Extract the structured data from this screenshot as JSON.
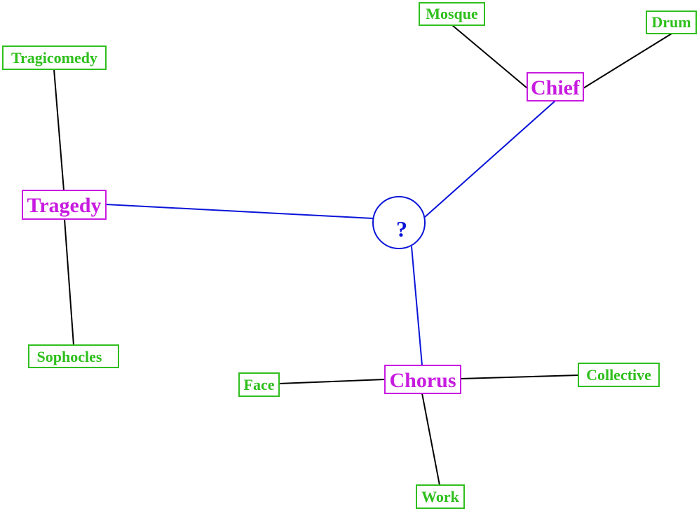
{
  "colors": {
    "center": "#0a14d8",
    "hub": "#c81be0",
    "leaf": "#2fbf1d",
    "spoke": "#0a14d8",
    "branch": "#000000"
  },
  "center": {
    "label": "?"
  },
  "hubs": {
    "chief": "Chief",
    "tragedy": "Tragedy",
    "chorus": "Chorus"
  },
  "leaves": {
    "mosque": "Mosque",
    "drum": "Drum",
    "tragicomedy": "Tragicomedy",
    "sophocles": "Sophocles",
    "face": "Face",
    "collective": "Collective",
    "work": "Work"
  }
}
